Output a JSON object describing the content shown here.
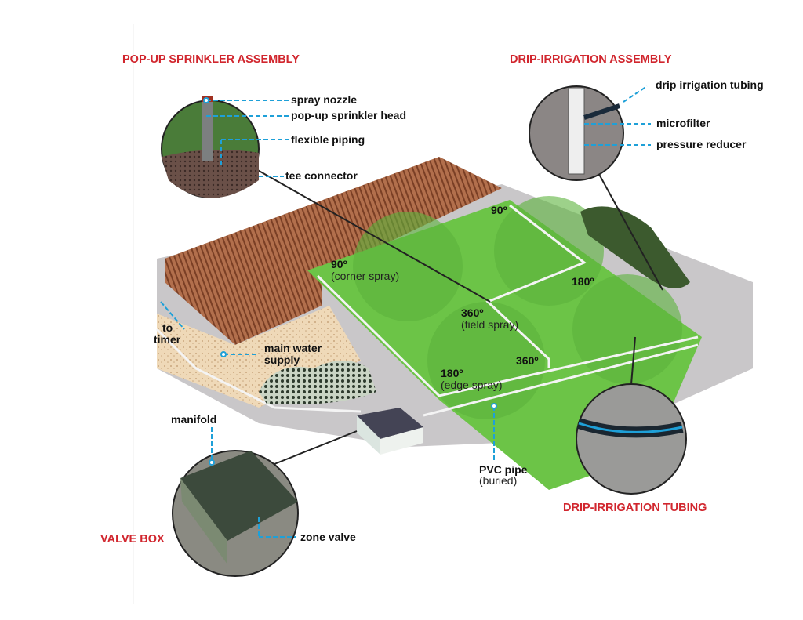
{
  "titles": {
    "popup": "POP-UP SPRINKLER ASSEMBLY",
    "drip": "DRIP-IRRIGATION ASSEMBLY",
    "valve_box": "VALVE BOX",
    "drip_tubing": "DRIP-IRRIGATION TUBING"
  },
  "popup_labels": [
    "spray nozzle",
    "pop-up sprinkler head",
    "flexible piping",
    "tee connector"
  ],
  "drip_labels": [
    "drip irrigation tubing",
    "microfilter",
    "pressure reducer"
  ],
  "valve_labels": {
    "manifold": "manifold",
    "zone_valve": "zone valve"
  },
  "supply": {
    "to": "to",
    "timer": "timer",
    "main1": "main water",
    "main2": "supply"
  },
  "sprinklers": [
    {
      "angle": "90º",
      "note": "(corner spray)"
    },
    {
      "angle": "90º",
      "note": ""
    },
    {
      "angle": "180º",
      "note": ""
    },
    {
      "angle": "360º",
      "note": "(field spray)"
    },
    {
      "angle": "360º",
      "note": ""
    },
    {
      "angle": "180º",
      "note": "(edge spray)"
    }
  ],
  "pvc": {
    "label": "PVC pipe",
    "note": "(buried)"
  },
  "colors": {
    "accent_red": "#d1262e",
    "callout_blue": "#1ea0d8",
    "lawn": "#6cc447",
    "deck": "#a0603e"
  }
}
